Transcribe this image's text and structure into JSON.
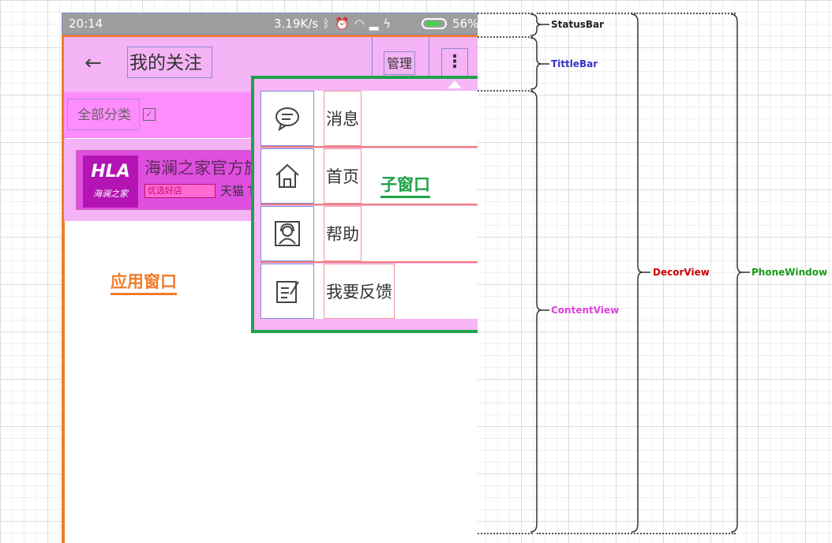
{
  "status_bar": {
    "time": "20:14",
    "speed": "3.19K/s",
    "battery_pct": "56%",
    "icons": [
      "bluetooth-icon",
      "alarm-icon",
      "wifi-icon",
      "signal-icon",
      "charge-icon"
    ]
  },
  "title_bar": {
    "back": "←",
    "title": "我的关注",
    "manage": "管理",
    "more": "⋮"
  },
  "filter": {
    "label": "全部分类",
    "check": "✓"
  },
  "store": {
    "logo_main": "HLA",
    "logo_sub": "海澜之家",
    "name": "海澜之家官方旗",
    "tag": "优选好店",
    "platform": "天猫 Tr"
  },
  "labels": {
    "app_window": "应用窗口",
    "sub_window": "子窗口"
  },
  "menu": [
    {
      "icon": "message-icon",
      "label": "消息"
    },
    {
      "icon": "home-icon",
      "label": "首页"
    },
    {
      "icon": "help-icon",
      "label": "帮助"
    },
    {
      "icon": "feedback-icon",
      "label": "我要反馈"
    }
  ],
  "annotations": {
    "status_bar": "StatusBar",
    "title_bar": "TittleBar",
    "content_view": "ContentView",
    "decor_view": "DecorView",
    "phone_window": "PhoneWindow"
  },
  "colors": {
    "app_window": "#f07c2a",
    "sub_window": "#1fa24a",
    "status_bar_label": "#222222",
    "title_bar_label": "#3333cc",
    "content_view_label": "#e040e0",
    "decor_view_label": "#cc0000",
    "phone_window_label": "#1a9a1a"
  }
}
